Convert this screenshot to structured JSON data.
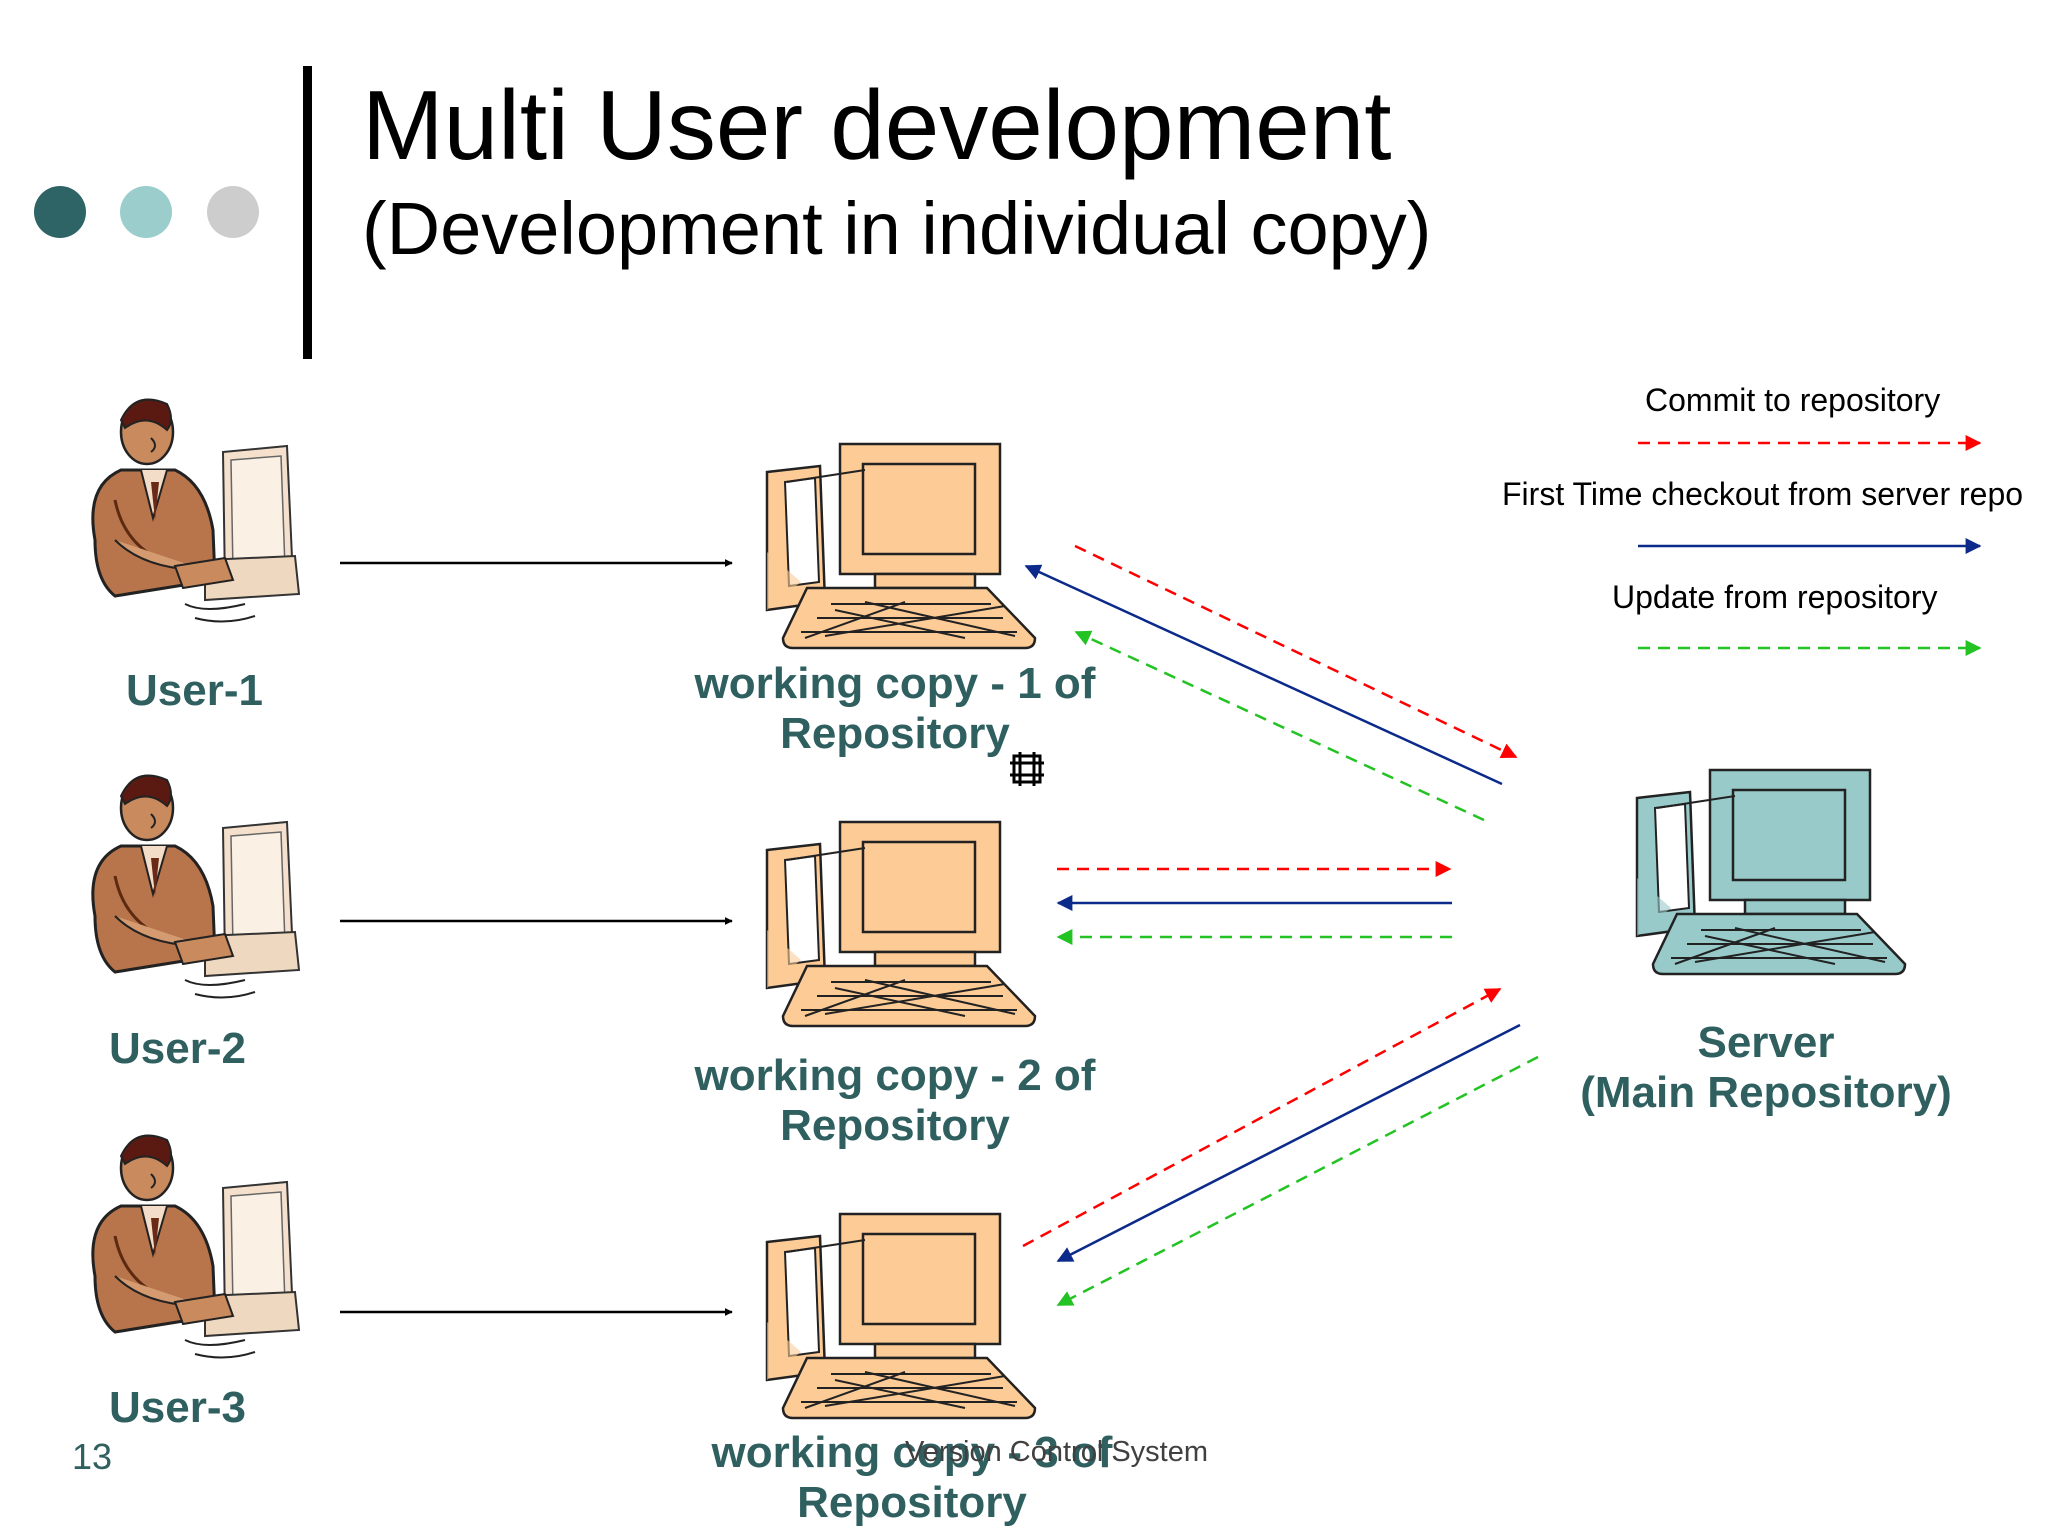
{
  "slide": {
    "title": "Multi User development",
    "subtitle": "(Development in individual copy)",
    "page_number": "13",
    "footer": "Version Control System"
  },
  "colors": {
    "dots": [
      "#2e6466",
      "#9ccdcd",
      "#cdcdcd"
    ],
    "label": "#2f5f5f",
    "working_copy_fill": "#fccb96",
    "server_fill": "#98caca",
    "commit": "#ff0000",
    "checkout": "#0b2a8a",
    "update": "#22c322"
  },
  "users": [
    {
      "label": "User-1"
    },
    {
      "label": "User-2"
    },
    {
      "label": "User-3"
    }
  ],
  "working_copies": [
    {
      "line1": "working copy - 1 of",
      "line2": "Repository"
    },
    {
      "line1": "working copy - 2 of",
      "line2": "Repository"
    },
    {
      "line1": "working copy - 3 of",
      "line2": "Repository"
    }
  ],
  "server": {
    "line1": "Server",
    "line2": "(Main Repository)"
  },
  "legend": {
    "commit": "Commit to repository",
    "checkout": "First Time checkout from server repo",
    "update": "Update from repository"
  }
}
